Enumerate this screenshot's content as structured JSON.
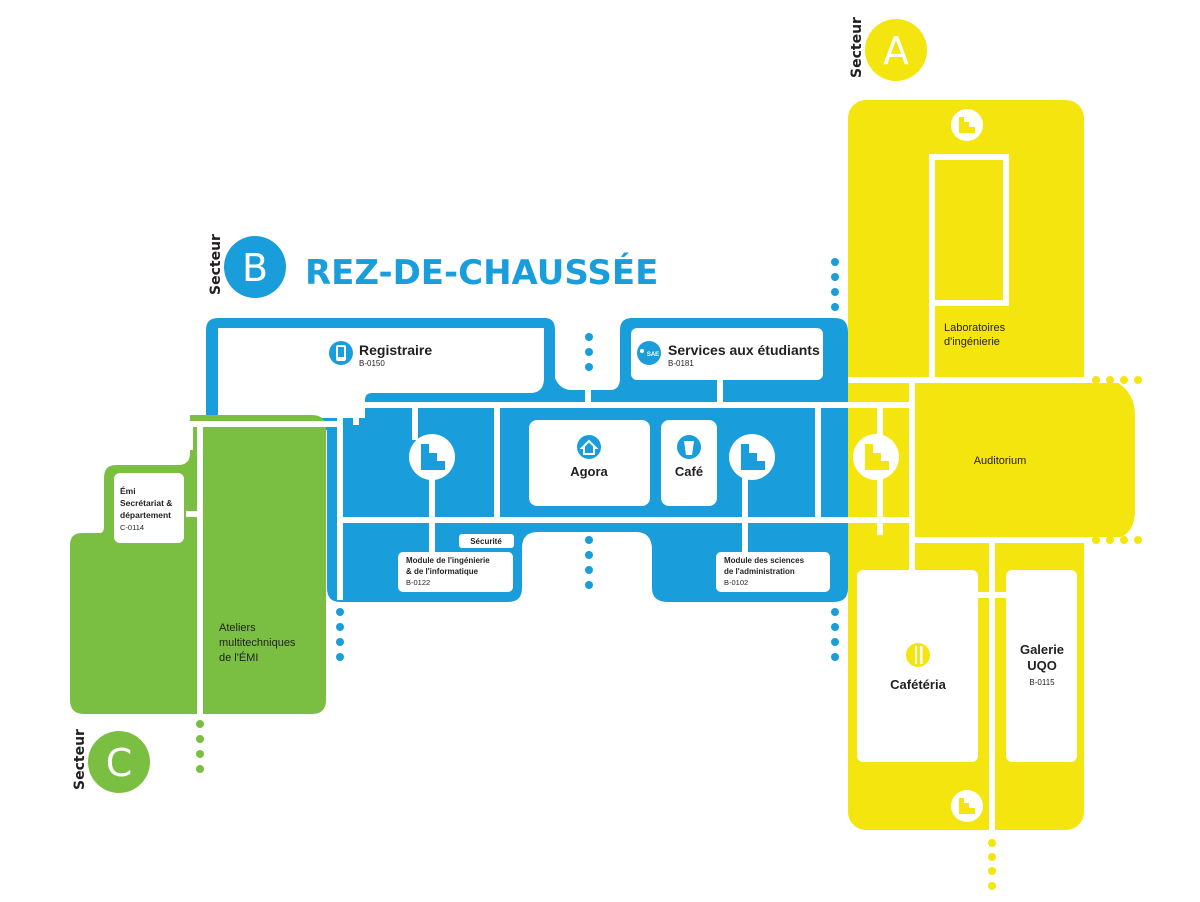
{
  "title": "REZ-DE-CHAUSSÉE",
  "colors": {
    "sector_a": "#f5e50f",
    "sector_b": "#1a9ddb",
    "sector_c": "#7abf42"
  },
  "sectors": [
    {
      "word": "Secteur",
      "letter": "A",
      "color": "#f5e50f"
    },
    {
      "word": "Secteur",
      "letter": "B",
      "color": "#1a9ddb"
    },
    {
      "word": "Secteur",
      "letter": "C",
      "color": "#7abf42"
    }
  ],
  "rooms": {
    "registraire": {
      "name": "Registraire",
      "code": "B-0150",
      "icon": "phone-icon"
    },
    "services": {
      "name": "Services aux étudiants",
      "code": "B-0181",
      "icon": "sae-icon",
      "icon_text": "SAE"
    },
    "agora": {
      "name": "Agora",
      "icon": "house-icon"
    },
    "cafe": {
      "name": "Café",
      "icon": "cup-icon"
    },
    "securite": {
      "name": "Sécurité"
    },
    "module_ing": {
      "line1": "Module de l'ingénierie",
      "line2": "& de l'informatique",
      "code": "B-0122"
    },
    "module_admin": {
      "line1": "Module des sciences",
      "line2": "de l'administration",
      "code": "B-0102"
    },
    "emi": {
      "line1": "Émi",
      "line2": "Secrétariat &",
      "line3": "département",
      "code": "C-0114"
    },
    "ateliers": {
      "line1": "Ateliers",
      "line2": "multitechniques",
      "line3": "de l'ÉMI"
    },
    "labos": {
      "line1": "Laboratoires",
      "line2": "d'ingénierie"
    },
    "auditorium": {
      "name": "Auditorium"
    },
    "cafeteria": {
      "name": "Cafétéria",
      "icon": "fork-knife-icon"
    },
    "galerie": {
      "line1": "Galerie",
      "line2": "UQO",
      "code": "B-0115"
    }
  },
  "icons": {
    "stairs": "stairs-icon",
    "exit_dots": "exit-dots-icon"
  }
}
